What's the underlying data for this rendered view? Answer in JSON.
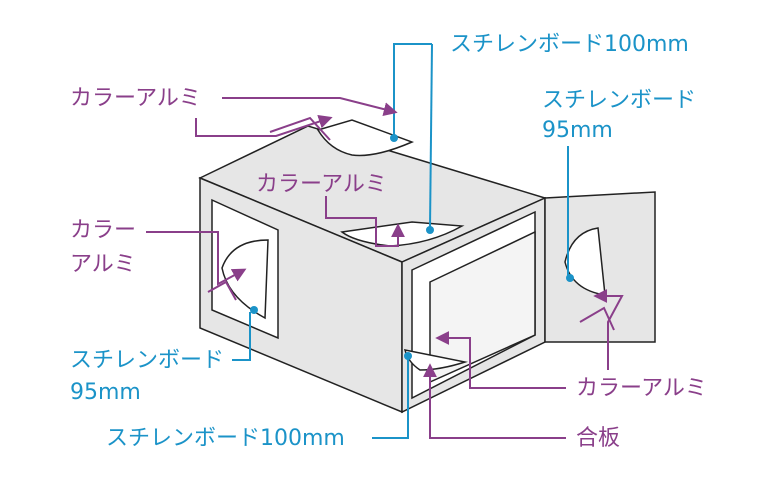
{
  "colors": {
    "steel": "#1b93c8",
    "colored_aluminum": "#8a3f8a",
    "box_fill": "#e6e6e6",
    "box_stroke": "#222222"
  },
  "labels": {
    "steel_top": "スチレンボード100mm",
    "alu_top_left": "カラーアルミ",
    "alu_center": "カラーアルミ",
    "alu_left_line1": "カラー",
    "alu_left_line2": "アルミ",
    "steel_left_line1": "スチレンボード",
    "steel_left_line2": "95mm",
    "steel_right_line1": "スチレンボード",
    "steel_right_line2": "95mm",
    "alu_right": "カラーアルミ",
    "plywood": "合板",
    "steel_bottom": "スチレンボード100mm"
  }
}
